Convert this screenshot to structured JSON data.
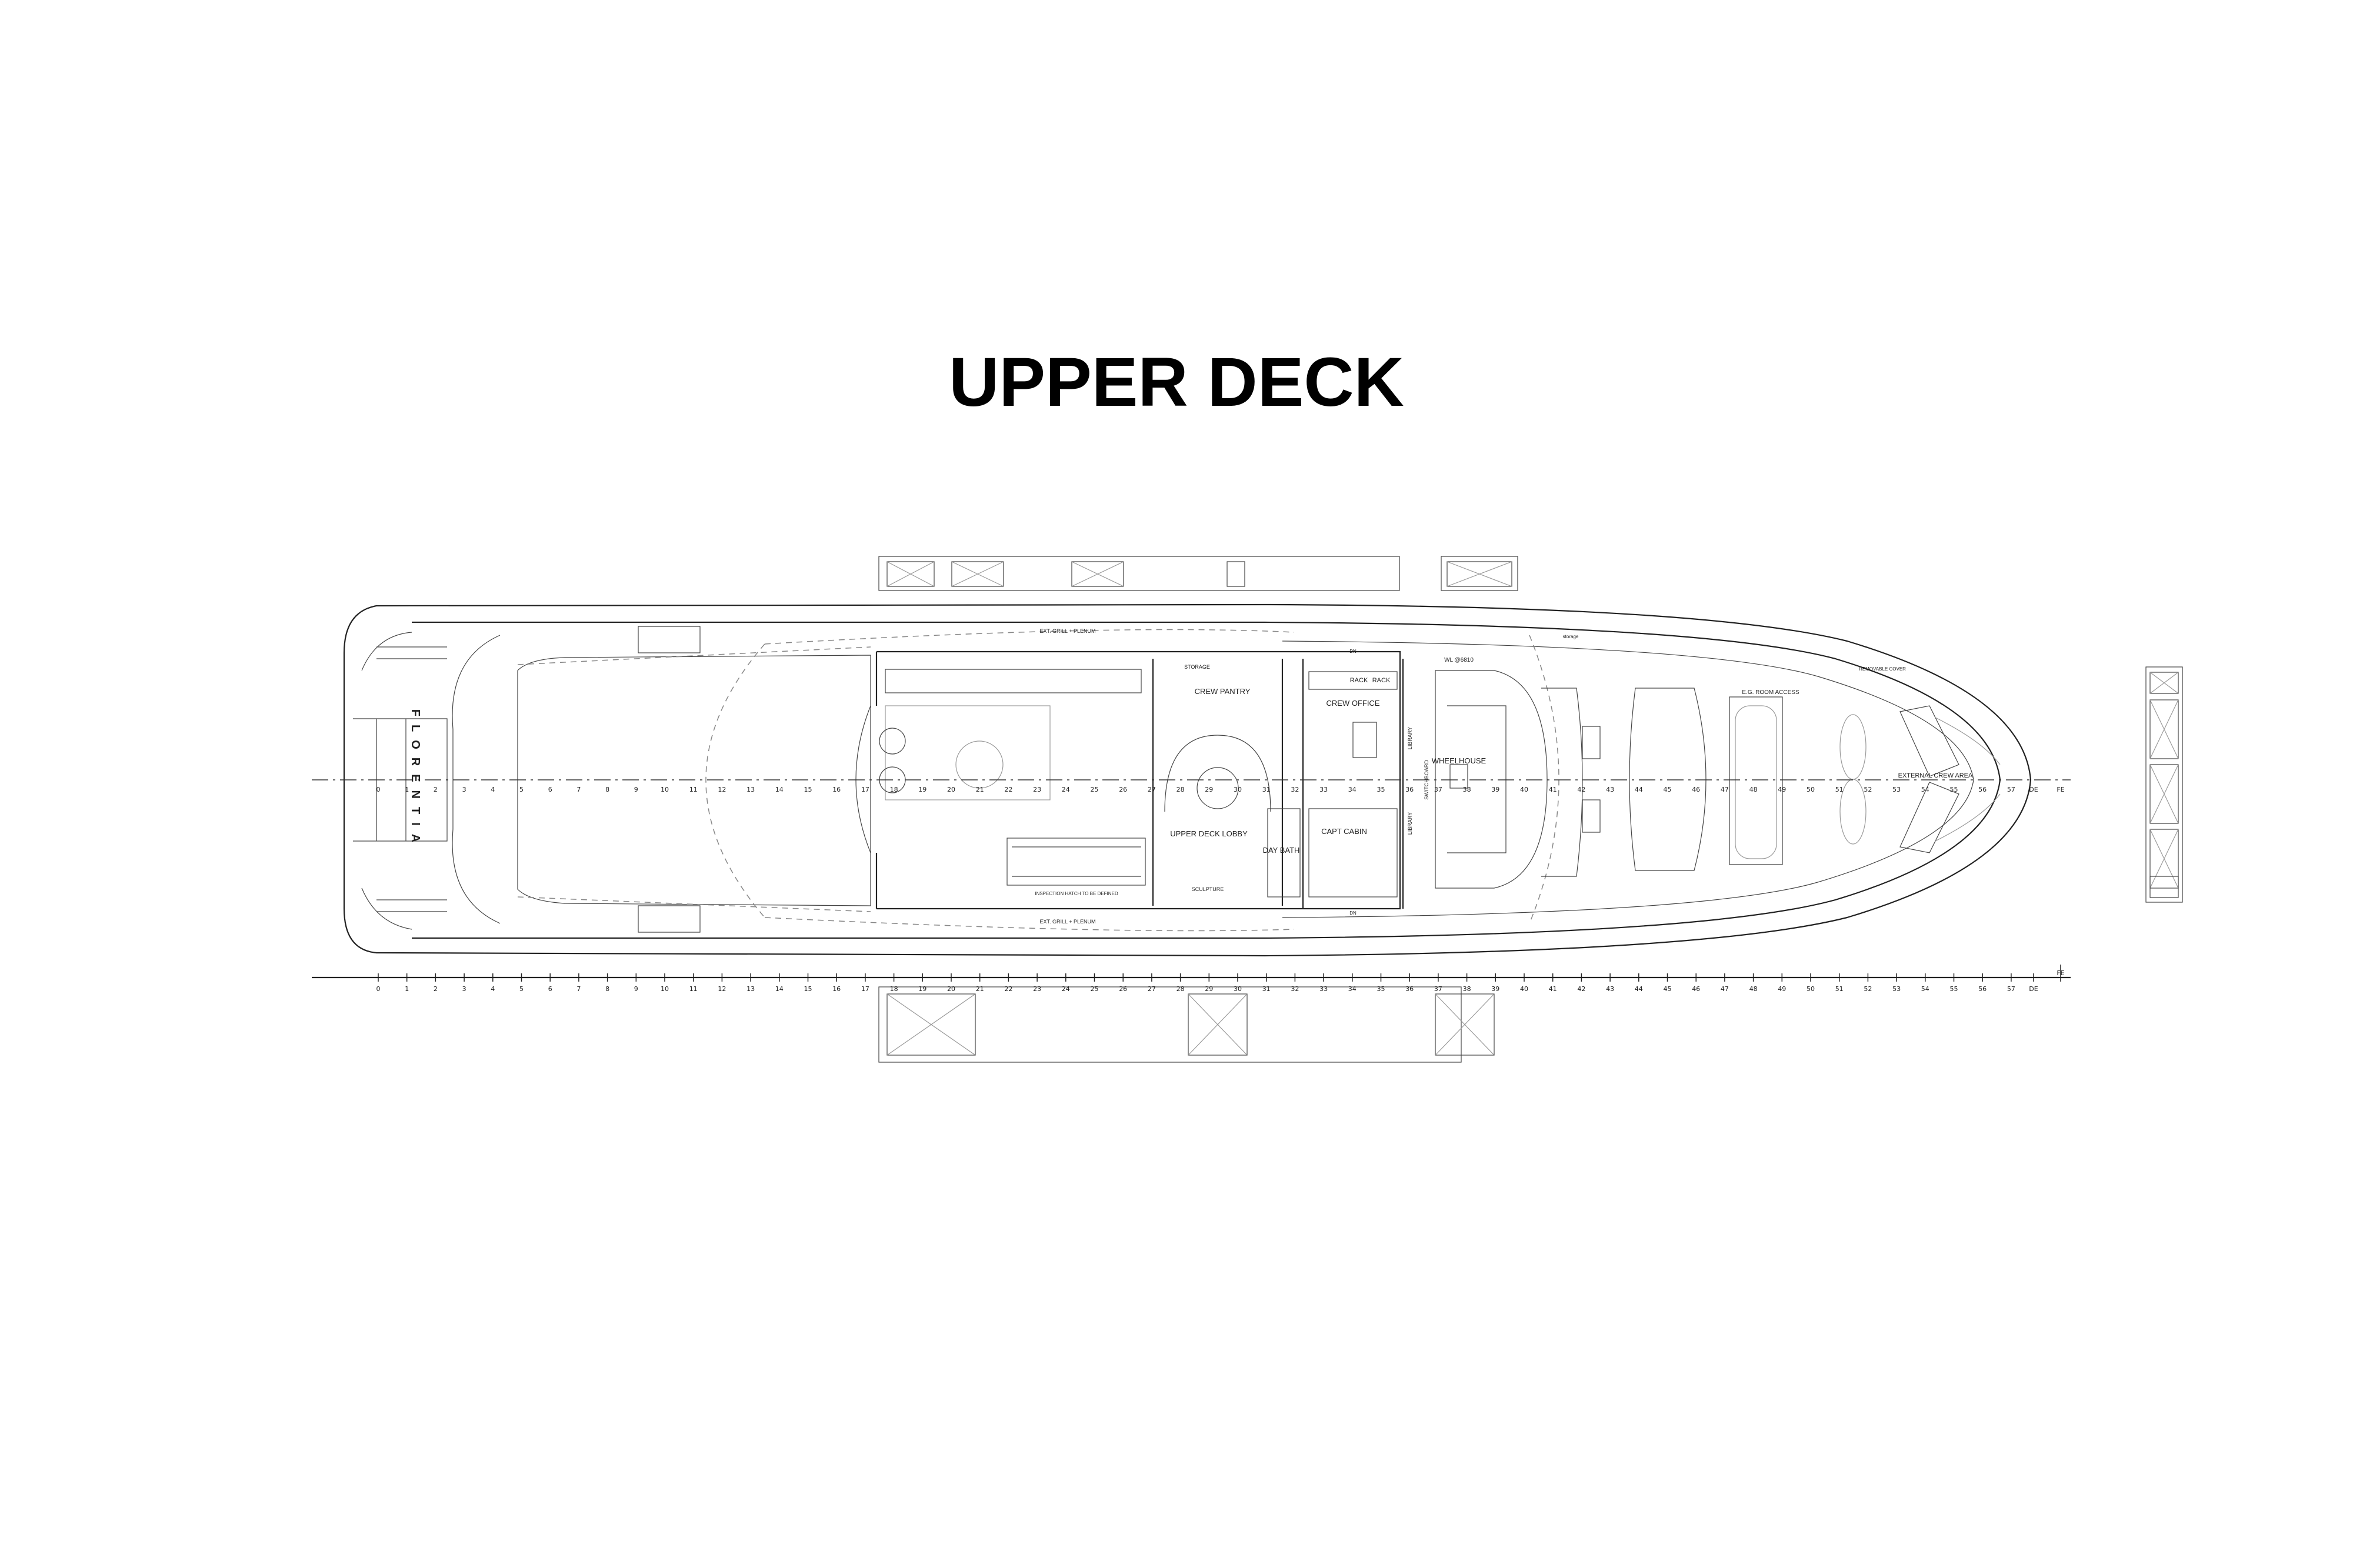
{
  "title": "UPPER DECK",
  "hull_name": "FLORENTIA",
  "rooms": {
    "crew_pantry": "CREW PANTRY",
    "crew_office": "CREW OFFICE",
    "rack_1": "RACK",
    "rack_2": "RACK",
    "storage": "STORAGE",
    "upper_deck_lobby": "UPPER DECK LOBBY",
    "day_bath": "DAY BATH",
    "capt_cabin": "CAPT CABIN",
    "wheelhouse": "WHEELHOUSE",
    "switchboard": "SWITCHBOARD",
    "library_1": "LIBRARY",
    "library_2": "LIBRARY",
    "eg_room_access": "E.G. ROOM ACCESS",
    "external_crew_area": "EXTERNAL CREW AREA",
    "sculpture": "SCULPTURE"
  },
  "notes": {
    "grill_top": "EXT. GRILL + PLENUM",
    "grill_bottom": "EXT. GRILL + PLENUM",
    "inspection_hatch": "INSPECTION HATCH TO BE DEFINED",
    "waterline": "WL @6810",
    "removable_cover": "REMOVABLE COVER",
    "dn_1": "DN",
    "dn_2": "DN",
    "storage_small": "storage"
  },
  "frames": [
    "0",
    "1",
    "2",
    "3",
    "4",
    "5",
    "6",
    "7",
    "8",
    "9",
    "10",
    "11",
    "12",
    "13",
    "14",
    "15",
    "16",
    "17",
    "18",
    "19",
    "20",
    "21",
    "22",
    "23",
    "24",
    "25",
    "26",
    "27",
    "28",
    "29",
    "30",
    "31",
    "32",
    "33",
    "34",
    "35",
    "36",
    "37",
    "38",
    "39",
    "40",
    "41",
    "42",
    "43",
    "44",
    "45",
    "46",
    "47",
    "48",
    "49",
    "50",
    "51",
    "52",
    "53",
    "54",
    "55",
    "56",
    "57",
    "DE",
    "FE"
  ]
}
